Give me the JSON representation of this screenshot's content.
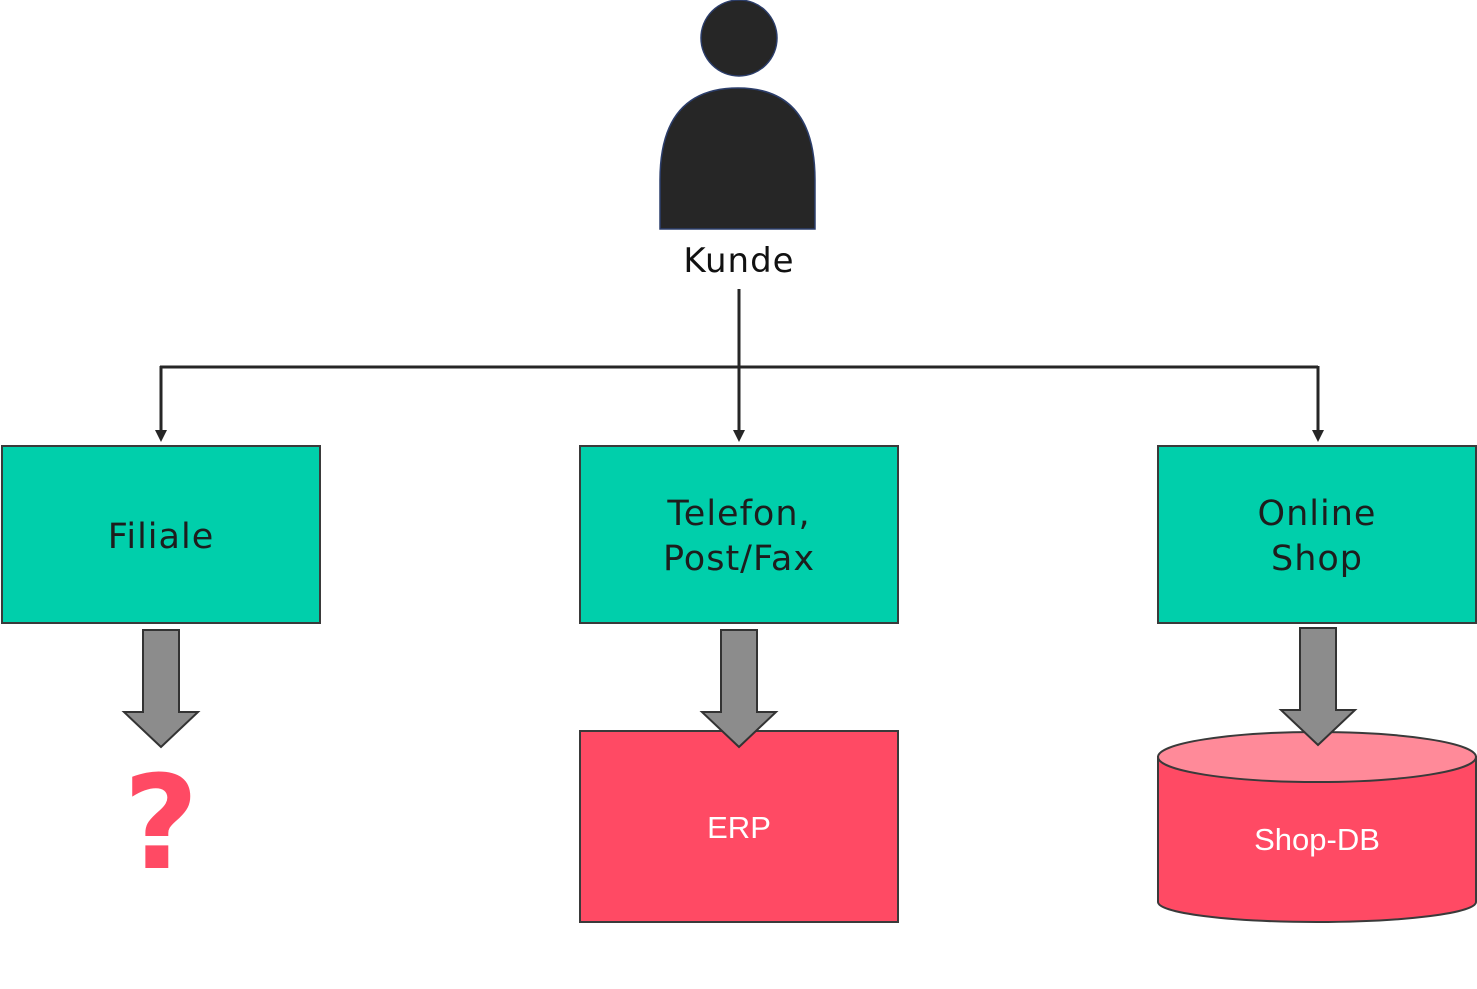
{
  "actor": {
    "label": "Kunde",
    "icon": "person-icon"
  },
  "channels": [
    {
      "id": "filiale",
      "lines": [
        "Filiale"
      ]
    },
    {
      "id": "telefon",
      "lines": [
        "Telefon,",
        "Post/Fax"
      ]
    },
    {
      "id": "online",
      "lines": [
        "Online",
        "Shop"
      ]
    }
  ],
  "systems": {
    "unknown": "?",
    "erp": "ERP",
    "shop_db": "Shop-DB"
  },
  "colors": {
    "channel_fill": "#00cfab",
    "system_fill": "#ff4a64",
    "db_top_fill": "#ff8a99",
    "question_mark": "#ff4a64",
    "person_fill": "#262626",
    "arrow_fill": "#8c8c8c",
    "connector": "#262626"
  }
}
